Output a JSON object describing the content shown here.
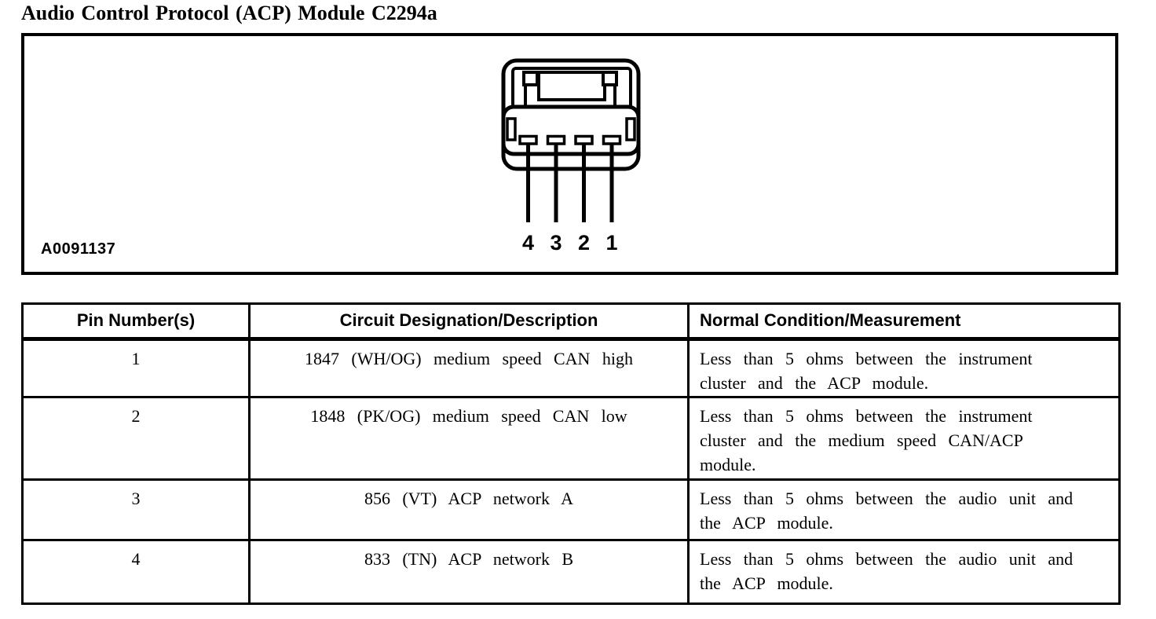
{
  "page": {
    "title": "Audio Control Protocol (ACP) Module C2294a"
  },
  "figure": {
    "label": "A0091137",
    "pin_labels": [
      "4",
      "3",
      "2",
      "1"
    ]
  },
  "table": {
    "headers": [
      "Pin Number(s)",
      "Circuit Designation/Description",
      "Normal Condition/Measurement"
    ],
    "rows": [
      {
        "pin": "1",
        "circuit": "1847 (WH/OG) medium speed CAN high",
        "condition_lines": [
          "Less than 5 ohms between the instrument",
          "cluster and the ACP module."
        ]
      },
      {
        "pin": "2",
        "circuit": "1848 (PK/OG) medium speed CAN low",
        "condition_lines": [
          "Less than 5 ohms between the instrument",
          "cluster and the medium speed CAN/ACP",
          "module."
        ]
      },
      {
        "pin": "3",
        "circuit": "856 (VT) ACP network A",
        "condition_lines": [
          "Less than 5 ohms between the audio unit and",
          "the ACP module."
        ]
      },
      {
        "pin": "4",
        "circuit": "833 (TN) ACP network B",
        "condition_lines": [
          "Less than 5 ohms between the audio unit and",
          "the ACP module."
        ]
      }
    ]
  },
  "colors": {
    "ink": "#000000",
    "background": "#ffffff"
  }
}
